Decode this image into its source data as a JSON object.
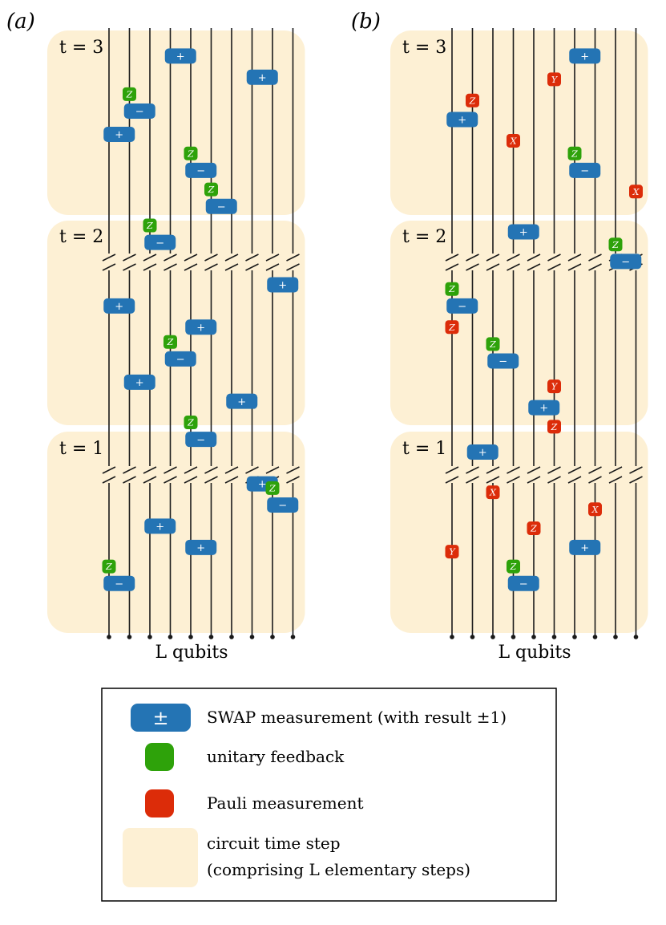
{
  "panels": [
    {
      "label": "(a)",
      "bottom_label": "L qubits",
      "wires": 10,
      "steps": [
        {
          "t": "t = 3"
        },
        {
          "t": "t = 2"
        },
        {
          "t": "t = 1"
        }
      ],
      "swaps": [
        {
          "q": 3,
          "lv": 0.6,
          "s": "+"
        },
        {
          "q": 7,
          "lv": 1.6,
          "s": "+"
        },
        {
          "q": 1,
          "lv": 3.2,
          "s": "−"
        },
        {
          "q": 0,
          "lv": 4.3,
          "s": "+"
        },
        {
          "q": 4,
          "lv": 6.0,
          "s": "−"
        },
        {
          "q": 5,
          "lv": 7.7,
          "s": "−"
        },
        {
          "q": 2,
          "lv": 9.4,
          "s": "−"
        },
        {
          "q": 8,
          "lv": 11.4,
          "s": "+"
        },
        {
          "q": 0,
          "lv": 12.4,
          "s": "+"
        },
        {
          "q": 4,
          "lv": 13.4,
          "s": "+"
        },
        {
          "q": 3,
          "lv": 14.9,
          "s": "−"
        },
        {
          "q": 1,
          "lv": 16.0,
          "s": "+"
        },
        {
          "q": 6,
          "lv": 16.9,
          "s": "+"
        },
        {
          "q": 4,
          "lv": 18.7,
          "s": "−"
        },
        {
          "q": 7,
          "lv": 20.8,
          "s": "+"
        },
        {
          "q": 8,
          "lv": 21.8,
          "s": "−"
        },
        {
          "q": 2,
          "lv": 22.8,
          "s": "+"
        },
        {
          "q": 4,
          "lv": 23.8,
          "s": "+"
        },
        {
          "q": 0,
          "lv": 25.5,
          "s": "−"
        }
      ],
      "gates": [
        {
          "q": 1,
          "lv": 2.4,
          "type": "unitary",
          "label": "Z"
        },
        {
          "q": 4,
          "lv": 5.2,
          "type": "unitary",
          "label": "Z"
        },
        {
          "q": 5,
          "lv": 6.9,
          "type": "unitary",
          "label": "Z"
        },
        {
          "q": 2,
          "lv": 8.6,
          "type": "unitary",
          "label": "Z"
        },
        {
          "q": 3,
          "lv": 14.1,
          "type": "unitary",
          "label": "Z"
        },
        {
          "q": 4,
          "lv": 17.9,
          "type": "unitary",
          "label": "Z"
        },
        {
          "q": 8,
          "lv": 21.0,
          "type": "unitary",
          "label": "Z"
        },
        {
          "q": 0,
          "lv": 24.7,
          "type": "unitary",
          "label": "Z"
        }
      ]
    },
    {
      "label": "(b)",
      "bottom_label": "L qubits",
      "wires": 10,
      "steps": [
        {
          "t": "t = 3"
        },
        {
          "t": "t = 2"
        },
        {
          "t": "t = 1"
        }
      ],
      "swaps": [
        {
          "q": 6,
          "lv": 0.6,
          "s": "+"
        },
        {
          "q": 0,
          "lv": 3.6,
          "s": "+"
        },
        {
          "q": 6,
          "lv": 6.0,
          "s": "−"
        },
        {
          "q": 3,
          "lv": 8.9,
          "s": "+"
        },
        {
          "q": 8,
          "lv": 10.3,
          "s": "−"
        },
        {
          "q": 0,
          "lv": 12.4,
          "s": "−"
        },
        {
          "q": 2,
          "lv": 15.0,
          "s": "−"
        },
        {
          "q": 4,
          "lv": 17.2,
          "s": "+"
        },
        {
          "q": 1,
          "lv": 19.3,
          "s": "+"
        },
        {
          "q": 6,
          "lv": 23.8,
          "s": "+"
        },
        {
          "q": 3,
          "lv": 25.5,
          "s": "−"
        }
      ],
      "gates": [
        {
          "q": 5,
          "lv": 1.7,
          "type": "pauli",
          "label": "Y"
        },
        {
          "q": 1,
          "lv": 2.7,
          "type": "pauli",
          "label": "Z"
        },
        {
          "q": 3,
          "lv": 4.6,
          "type": "pauli",
          "label": "X"
        },
        {
          "q": 6,
          "lv": 5.2,
          "type": "unitary",
          "label": "Z"
        },
        {
          "q": 9,
          "lv": 7.0,
          "type": "pauli",
          "label": "X"
        },
        {
          "q": 8,
          "lv": 9.5,
          "type": "unitary",
          "label": "Z"
        },
        {
          "q": 0,
          "lv": 11.6,
          "type": "unitary",
          "label": "Z"
        },
        {
          "q": 0,
          "lv": 13.4,
          "type": "pauli",
          "label": "Z"
        },
        {
          "q": 2,
          "lv": 14.2,
          "type": "unitary",
          "label": "Z"
        },
        {
          "q": 5,
          "lv": 16.2,
          "type": "pauli",
          "label": "Y"
        },
        {
          "q": 5,
          "lv": 18.1,
          "type": "pauli",
          "label": "Z"
        },
        {
          "q": 2,
          "lv": 21.2,
          "type": "pauli",
          "label": "X"
        },
        {
          "q": 7,
          "lv": 22.0,
          "type": "pauli",
          "label": "X"
        },
        {
          "q": 4,
          "lv": 22.9,
          "type": "pauli",
          "label": "Z"
        },
        {
          "q": 0,
          "lv": 24.0,
          "type": "pauli",
          "label": "Y"
        },
        {
          "q": 3,
          "lv": 24.7,
          "type": "unitary",
          "label": "Z"
        }
      ]
    }
  ],
  "legend": {
    "items": [
      {
        "kind": "swap",
        "symbol": "±",
        "text": "SWAP measurement (with result ±1)"
      },
      {
        "kind": "unitary",
        "text": "unitary feedback"
      },
      {
        "kind": "pauli",
        "text": "Pauli measurement"
      },
      {
        "kind": "step",
        "text": "circuit time step",
        "text2": "(comprising L elementary steps)"
      }
    ]
  },
  "colors": {
    "swap": "#2474b4",
    "unitary": "#2ea20a",
    "pauli": "#dc2c09",
    "step": "#fdf0d4",
    "wire": "#1a1a1a"
  }
}
